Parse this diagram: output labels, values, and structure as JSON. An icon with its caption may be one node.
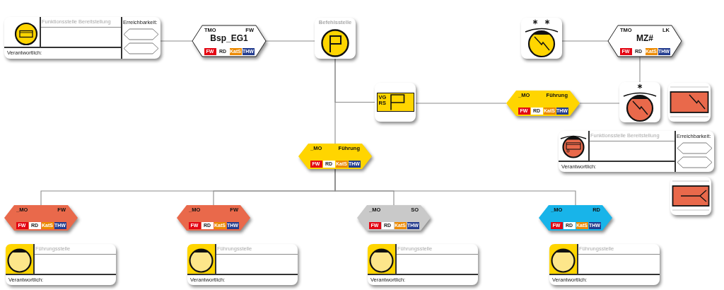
{
  "diagram": {
    "nodes": [
      {
        "text": [
          "Funktionsstelle Bereitstellung",
          "Erreichbarkeit:",
          "Verantwortlich:"
        ]
      },
      {
        "text": [
          "TMO",
          "FW",
          "Bsp_EG1",
          "FW",
          "RD",
          "KatS",
          "THW"
        ]
      },
      {
        "text": [
          "Befehlsstelle"
        ]
      },
      {
        "text": [],
        "shape": "picture"
      },
      {
        "text": [
          "TMO",
          "LK",
          "MZ#",
          "FW",
          "RD",
          "KatS",
          "THW"
        ]
      },
      {
        "text": [
          "VG RS"
        ]
      },
      {
        "text": [
          "_MO",
          "Führung",
          "FW",
          "RD",
          "KatS",
          "THW"
        ]
      },
      {
        "text": [],
        "shape": "picture"
      },
      {
        "text": [],
        "shape": "picture"
      },
      {
        "text": [
          "Funktionsstelle Bereitstellung",
          "Erreichbarkeit:",
          "Verantwortlich:"
        ]
      },
      {
        "text": [],
        "shape": "picture"
      },
      {
        "text": [
          "_MO",
          "Führung",
          "FW",
          "RD",
          "KatS",
          "THW"
        ]
      },
      {
        "text": [
          "_MO",
          "FW",
          "FW",
          "RD",
          "KatS",
          "THW"
        ]
      },
      {
        "text": [
          "_MO",
          "FW",
          "FW",
          "RD",
          "KatS",
          "THW"
        ]
      },
      {
        "text": [
          "_MO",
          "SO",
          "FW",
          "RD",
          "KatS",
          "THW"
        ]
      },
      {
        "text": [
          "_MO",
          "RD",
          "FW",
          "RD",
          "KatS",
          "THW"
        ]
      },
      {
        "text": [
          "Führungsstelle",
          "Verantwortlich:"
        ]
      },
      {
        "text": [
          "Führungsstelle",
          "Verantwortlich:"
        ]
      },
      {
        "text": [
          "Führungsstelle",
          "Verantwortlich:"
        ]
      },
      {
        "text": [
          "Führungsstelle",
          "Verantwortlich:"
        ]
      }
    ],
    "edges": [
      {
        "from": 0,
        "to": 1,
        "arrow": "none"
      },
      {
        "from": 1,
        "to": 2,
        "arrow": "none"
      },
      {
        "from": 2,
        "to": 5,
        "arrow": "none"
      },
      {
        "from": 2,
        "to": 11,
        "arrow": "none"
      },
      {
        "from": 5,
        "to": 6,
        "arrow": "none"
      },
      {
        "from": 6,
        "to": 7,
        "arrow": "none"
      },
      {
        "from": 3,
        "to": 4,
        "arrow": "none"
      },
      {
        "from": 4,
        "to": 7,
        "arrow": "none"
      },
      {
        "from": 11,
        "to": 12,
        "arrow": "none"
      },
      {
        "from": 11,
        "to": 13,
        "arrow": "none"
      },
      {
        "from": 11,
        "to": 14,
        "arrow": "none"
      },
      {
        "from": 11,
        "to": 15,
        "arrow": "none"
      }
    ]
  }
}
